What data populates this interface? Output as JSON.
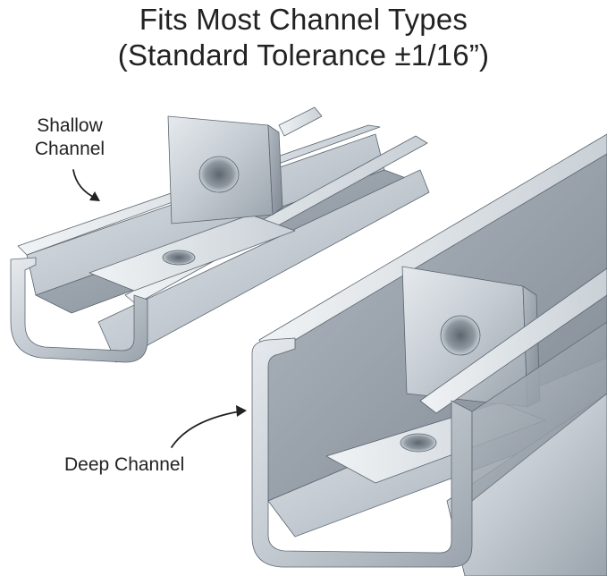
{
  "title": {
    "line1": "Fits Most Channel Types",
    "line2": "(Standard Tolerance ±1/16”)"
  },
  "labels": {
    "shallow_line1": "Shallow",
    "shallow_line2": "Channel",
    "deep": "Deep Channel"
  },
  "colors": {
    "metal_light": "#d9dee3",
    "metal_mid": "#b4bcc4",
    "metal_dark": "#8b949d",
    "edge": "#5c6670",
    "text": "#222222"
  }
}
